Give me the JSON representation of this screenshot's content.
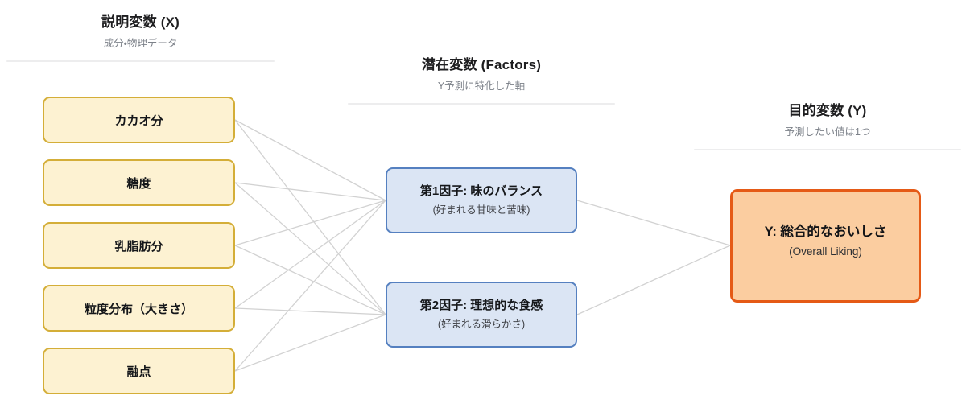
{
  "diagram": {
    "type": "pls-latent-variable-diagram",
    "background_color": "#ffffff",
    "connector_color": "#d2d2d2"
  },
  "columns": {
    "explanatory": {
      "title": "説明変数 (X)",
      "subtitle": "成分・物理データ",
      "box_fill": "#fdf2d2",
      "box_border": "#d4ae38",
      "variables": [
        {
          "label": "カカオ分"
        },
        {
          "label": "糖度"
        },
        {
          "label": "乳脂肪分"
        },
        {
          "label": "粒度分布（大きさ）"
        },
        {
          "label": "融点"
        }
      ]
    },
    "factors": {
      "title": "潜在変数 (Factors)",
      "subtitle": "Y予測に特化した軸",
      "box_fill": "#dbe5f4",
      "box_border": "#5580c0",
      "items": [
        {
          "title": "第1因子: 味のバランス",
          "subtitle": "(好まれる甘味と苦味)"
        },
        {
          "title": "第2因子: 理想的な食感",
          "subtitle": "(好まれる滑らかさ)"
        }
      ]
    },
    "target": {
      "title": "目的変数 (Y)",
      "subtitle": "予測したい値は1つ",
      "box_fill": "#fbcda0",
      "box_border": "#e55a16",
      "node": {
        "title": "Y: 総合的なおいしさ",
        "subtitle": "(Overall Liking)"
      }
    }
  }
}
